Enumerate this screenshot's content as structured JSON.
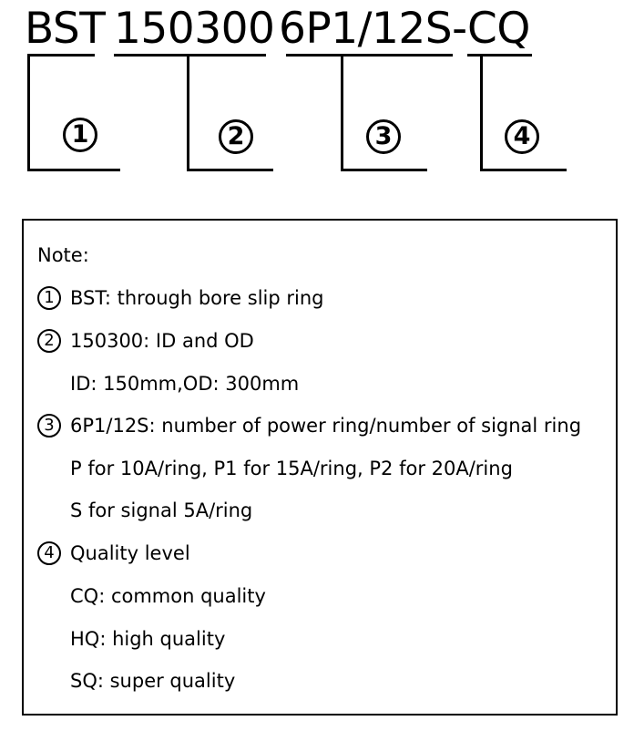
{
  "model_code": {
    "part1": "BST",
    "part2": "150300",
    "part3": "6P1/12S",
    "dash": "-",
    "part4": "CQ"
  },
  "markers": [
    "1",
    "2",
    "3",
    "4"
  ],
  "note": {
    "title": "Note:",
    "items": [
      {
        "marker": "1",
        "text": "BST: through bore slip ring",
        "sub": []
      },
      {
        "marker": "2",
        "text": "150300: ID and OD",
        "sub": [
          "ID: 150mm,OD: 300mm"
        ]
      },
      {
        "marker": "3",
        "text": "6P1/12S: number of power ring/number of signal ring",
        "sub": [
          "P for 10A/ring, P1 for 15A/ring, P2 for 20A/ring",
          "S for signal 5A/ring"
        ]
      },
      {
        "marker": "4",
        "text": "Quality level",
        "sub": [
          "CQ: common quality",
          "HQ: high quality",
          "SQ: super quality"
        ]
      }
    ]
  }
}
